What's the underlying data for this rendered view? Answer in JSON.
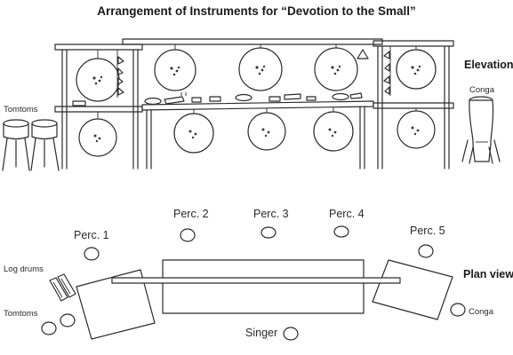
{
  "title": "Arrangement of Instruments for “Devotion to the Small”",
  "elevation": {
    "heading": "Elevation",
    "tomtoms_label": "Tomtoms",
    "conga_label": "Conga"
  },
  "plan": {
    "heading": "Plan view",
    "perc1": "Perc. 1",
    "perc2": "Perc. 2",
    "perc3": "Perc. 3",
    "perc4": "Perc. 4",
    "perc5": "Perc. 5",
    "log_drums_label": "Log drums",
    "tomtoms_label": "Tomtoms",
    "conga_label": "Conga",
    "singer_label": "Singer"
  },
  "colors": {
    "ink": "#2b2b2b",
    "background": "#ffffff"
  }
}
